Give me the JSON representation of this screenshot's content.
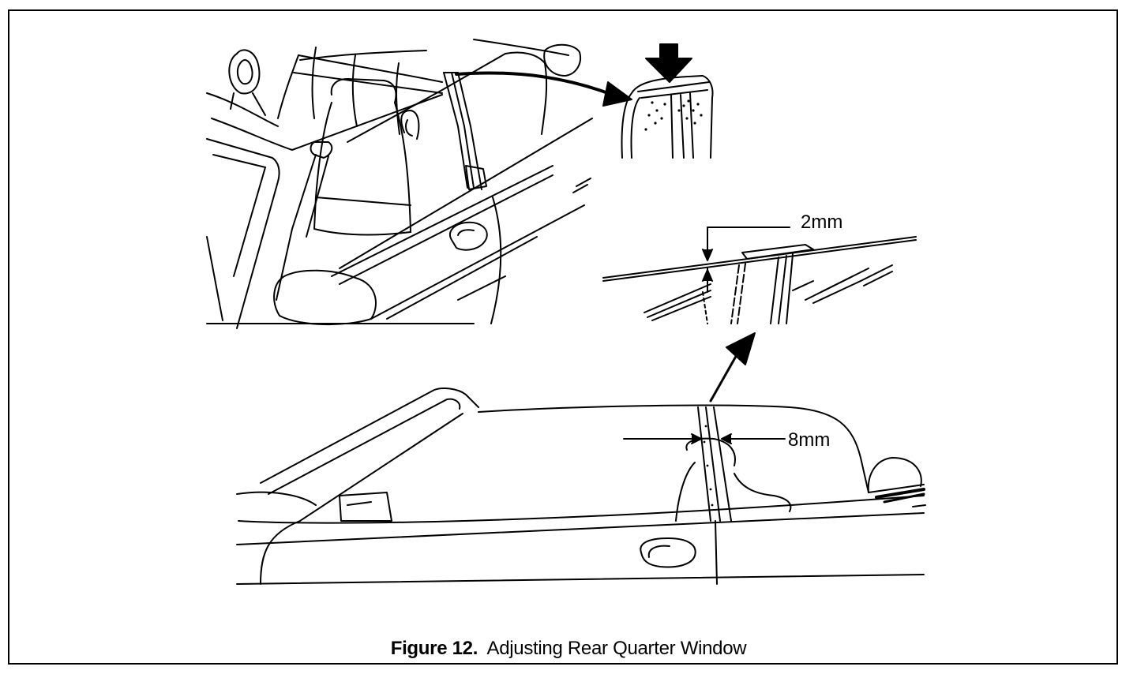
{
  "figure": {
    "number_label": "Figure 12.",
    "title": "Adjusting Rear Quarter Window"
  },
  "callouts": {
    "top_gap": "2mm",
    "side_gap": "8mm"
  },
  "colors": {
    "ink": "#000000",
    "paper": "#ffffff"
  }
}
